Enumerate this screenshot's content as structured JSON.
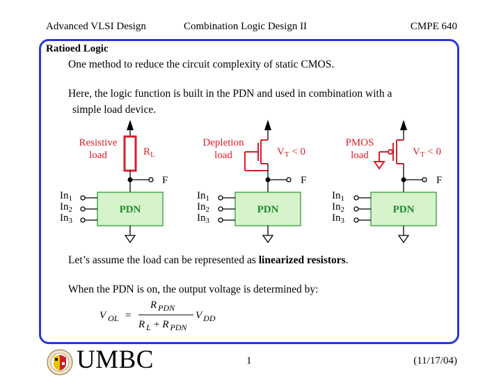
{
  "header": {
    "course": "Advanced VLSI Design",
    "topic": "Combination Logic Design II",
    "code": "CMPE 640"
  },
  "slide": {
    "title": "Ratioed Logic",
    "line1": "One method to reduce the circuit complexity of static CMOS.",
    "line2": "Here, the logic function is built in the PDN and used in combination with a",
    "line3": "simple load device.",
    "line4_pre": "Let’s assume the load can be represented as ",
    "line4_bold": "linearized resistors",
    "line4_post": ".",
    "line5": "When the PDN is on, the output voltage is determined by:"
  },
  "circuits": [
    {
      "load_line1": "Resistive",
      "load_line2": "load",
      "param_main": "R",
      "param_sub": "L",
      "param_tail": "",
      "output": "F",
      "block": "PDN",
      "inputs": [
        "In",
        "In",
        "In"
      ],
      "input_subs": [
        "1",
        "2",
        "3"
      ]
    },
    {
      "load_line1": "Depletion",
      "load_line2": "load",
      "param_main": "V",
      "param_sub": "T",
      "param_tail": " < 0",
      "output": "F",
      "block": "PDN",
      "inputs": [
        "In",
        "In",
        "In"
      ],
      "input_subs": [
        "1",
        "2",
        "3"
      ]
    },
    {
      "load_line1": "PMOS",
      "load_line2": "load",
      "param_main": "V",
      "param_sub": "T",
      "param_tail": " < 0",
      "output": "F",
      "block": "PDN",
      "inputs": [
        "In",
        "In",
        "In"
      ],
      "input_subs": [
        "1",
        "2",
        "3"
      ]
    }
  ],
  "formula": {
    "lhs_main": "V",
    "lhs_sub": "OL",
    "equals": "=",
    "num_main": "R",
    "num_sub": "PDN",
    "den_a_main": "R",
    "den_a_sub": "L",
    "den_plus": "+",
    "den_b_main": "R",
    "den_b_sub": "PDN",
    "rhs_main": "V",
    "rhs_sub": "DD"
  },
  "footer": {
    "logo_text": "UMBC",
    "page": "1",
    "date": "(11/17/04)"
  },
  "colors": {
    "frame": "#2b35d6",
    "load": "#d81e2a",
    "pdn_fill": "#d6f3cc",
    "pdn_stroke": "#2f9a3a",
    "pdn_text": "#1c8a2a"
  }
}
